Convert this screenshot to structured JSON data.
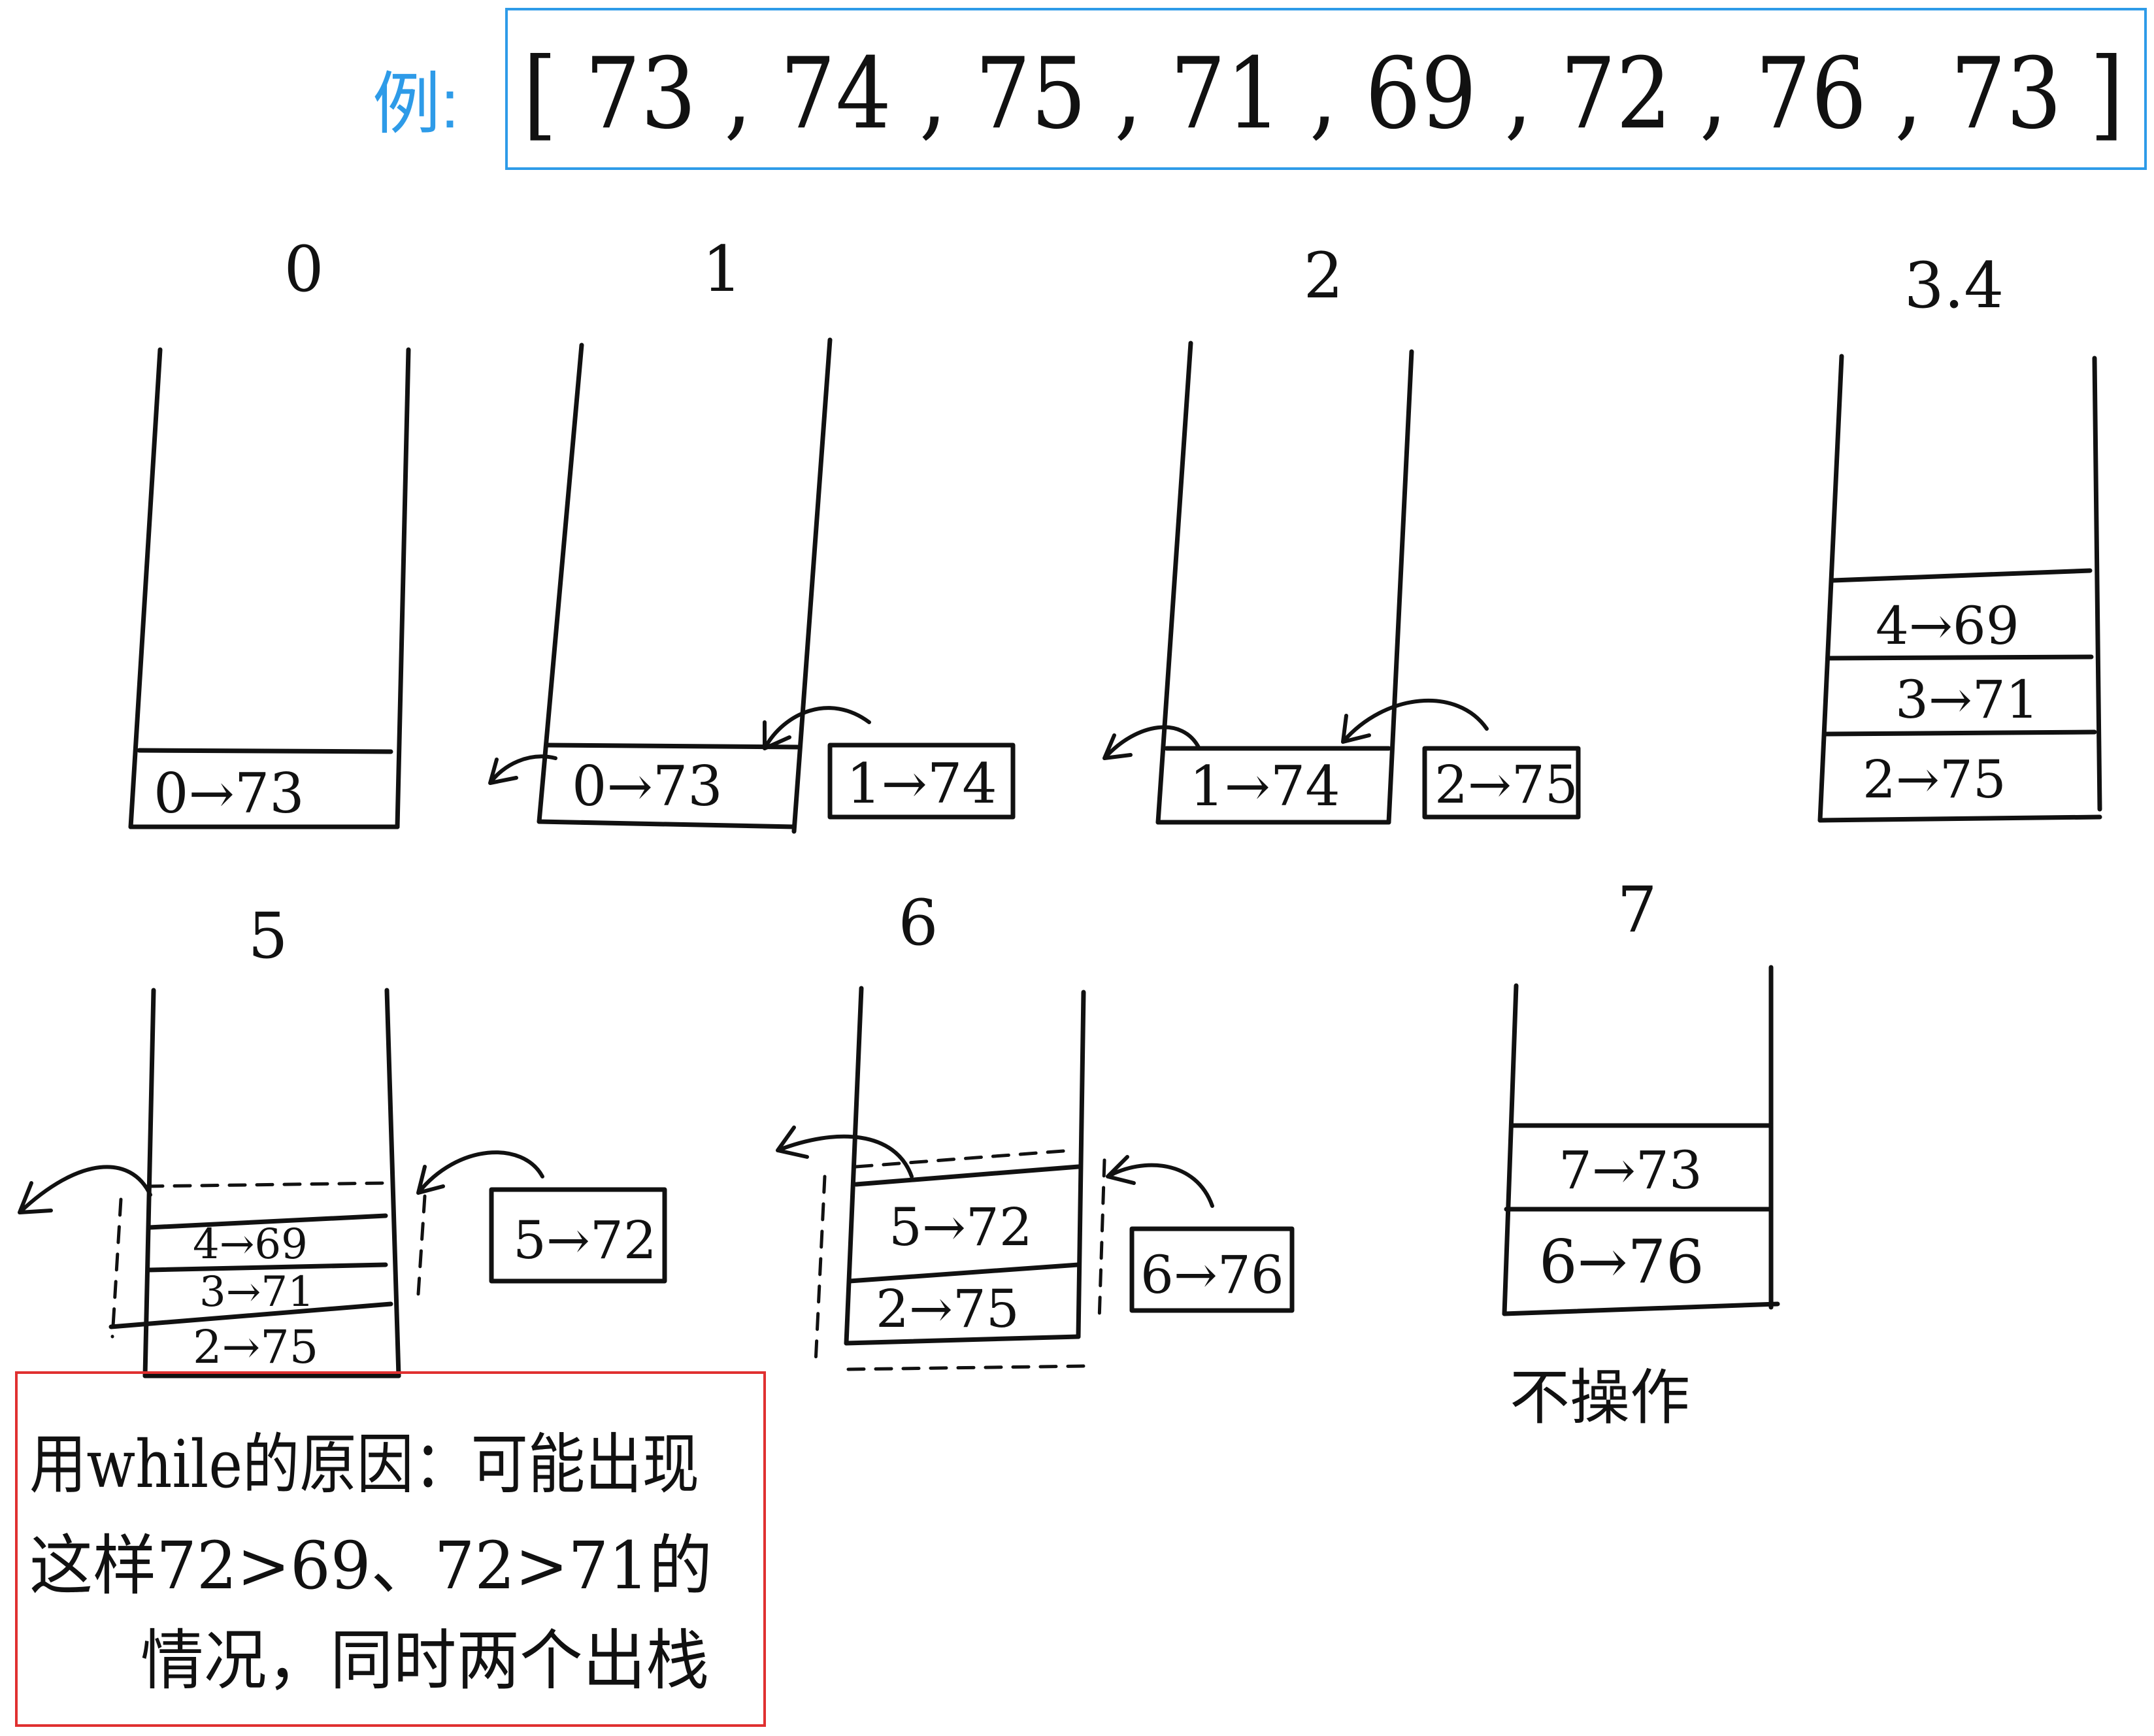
{
  "example": {
    "label": "例:",
    "array_text": "[ 73 , 74 , 75 , 71 , 69 , 72 , 76 , 73 ]",
    "border_color": "#2e9be8"
  },
  "steps": [
    {
      "label": "0",
      "stack": [
        "0→73"
      ],
      "incoming": null
    },
    {
      "label": "1",
      "stack": [
        "0→73"
      ],
      "incoming": "1→74"
    },
    {
      "label": "2",
      "stack": [
        "1→74"
      ],
      "incoming": "2→75"
    },
    {
      "label": "3.4",
      "stack": [
        "4→69",
        "3→71",
        "2→75"
      ],
      "incoming": null
    },
    {
      "label": "5",
      "stack": [
        "4→69",
        "3→71",
        "2→75"
      ],
      "incoming": "5→72"
    },
    {
      "label": "6",
      "stack": [
        "5→72",
        "2→75"
      ],
      "incoming": "6→76"
    },
    {
      "label": "7",
      "stack": [
        "7→73",
        "6→76"
      ],
      "incoming": null
    }
  ],
  "notes": {
    "step7_note": "不操作",
    "while_reason": [
      "用while的原因：可能出现",
      "这样72>69、72>71的",
      "情况，同时两个出栈"
    ],
    "box_color": "#e03030"
  }
}
